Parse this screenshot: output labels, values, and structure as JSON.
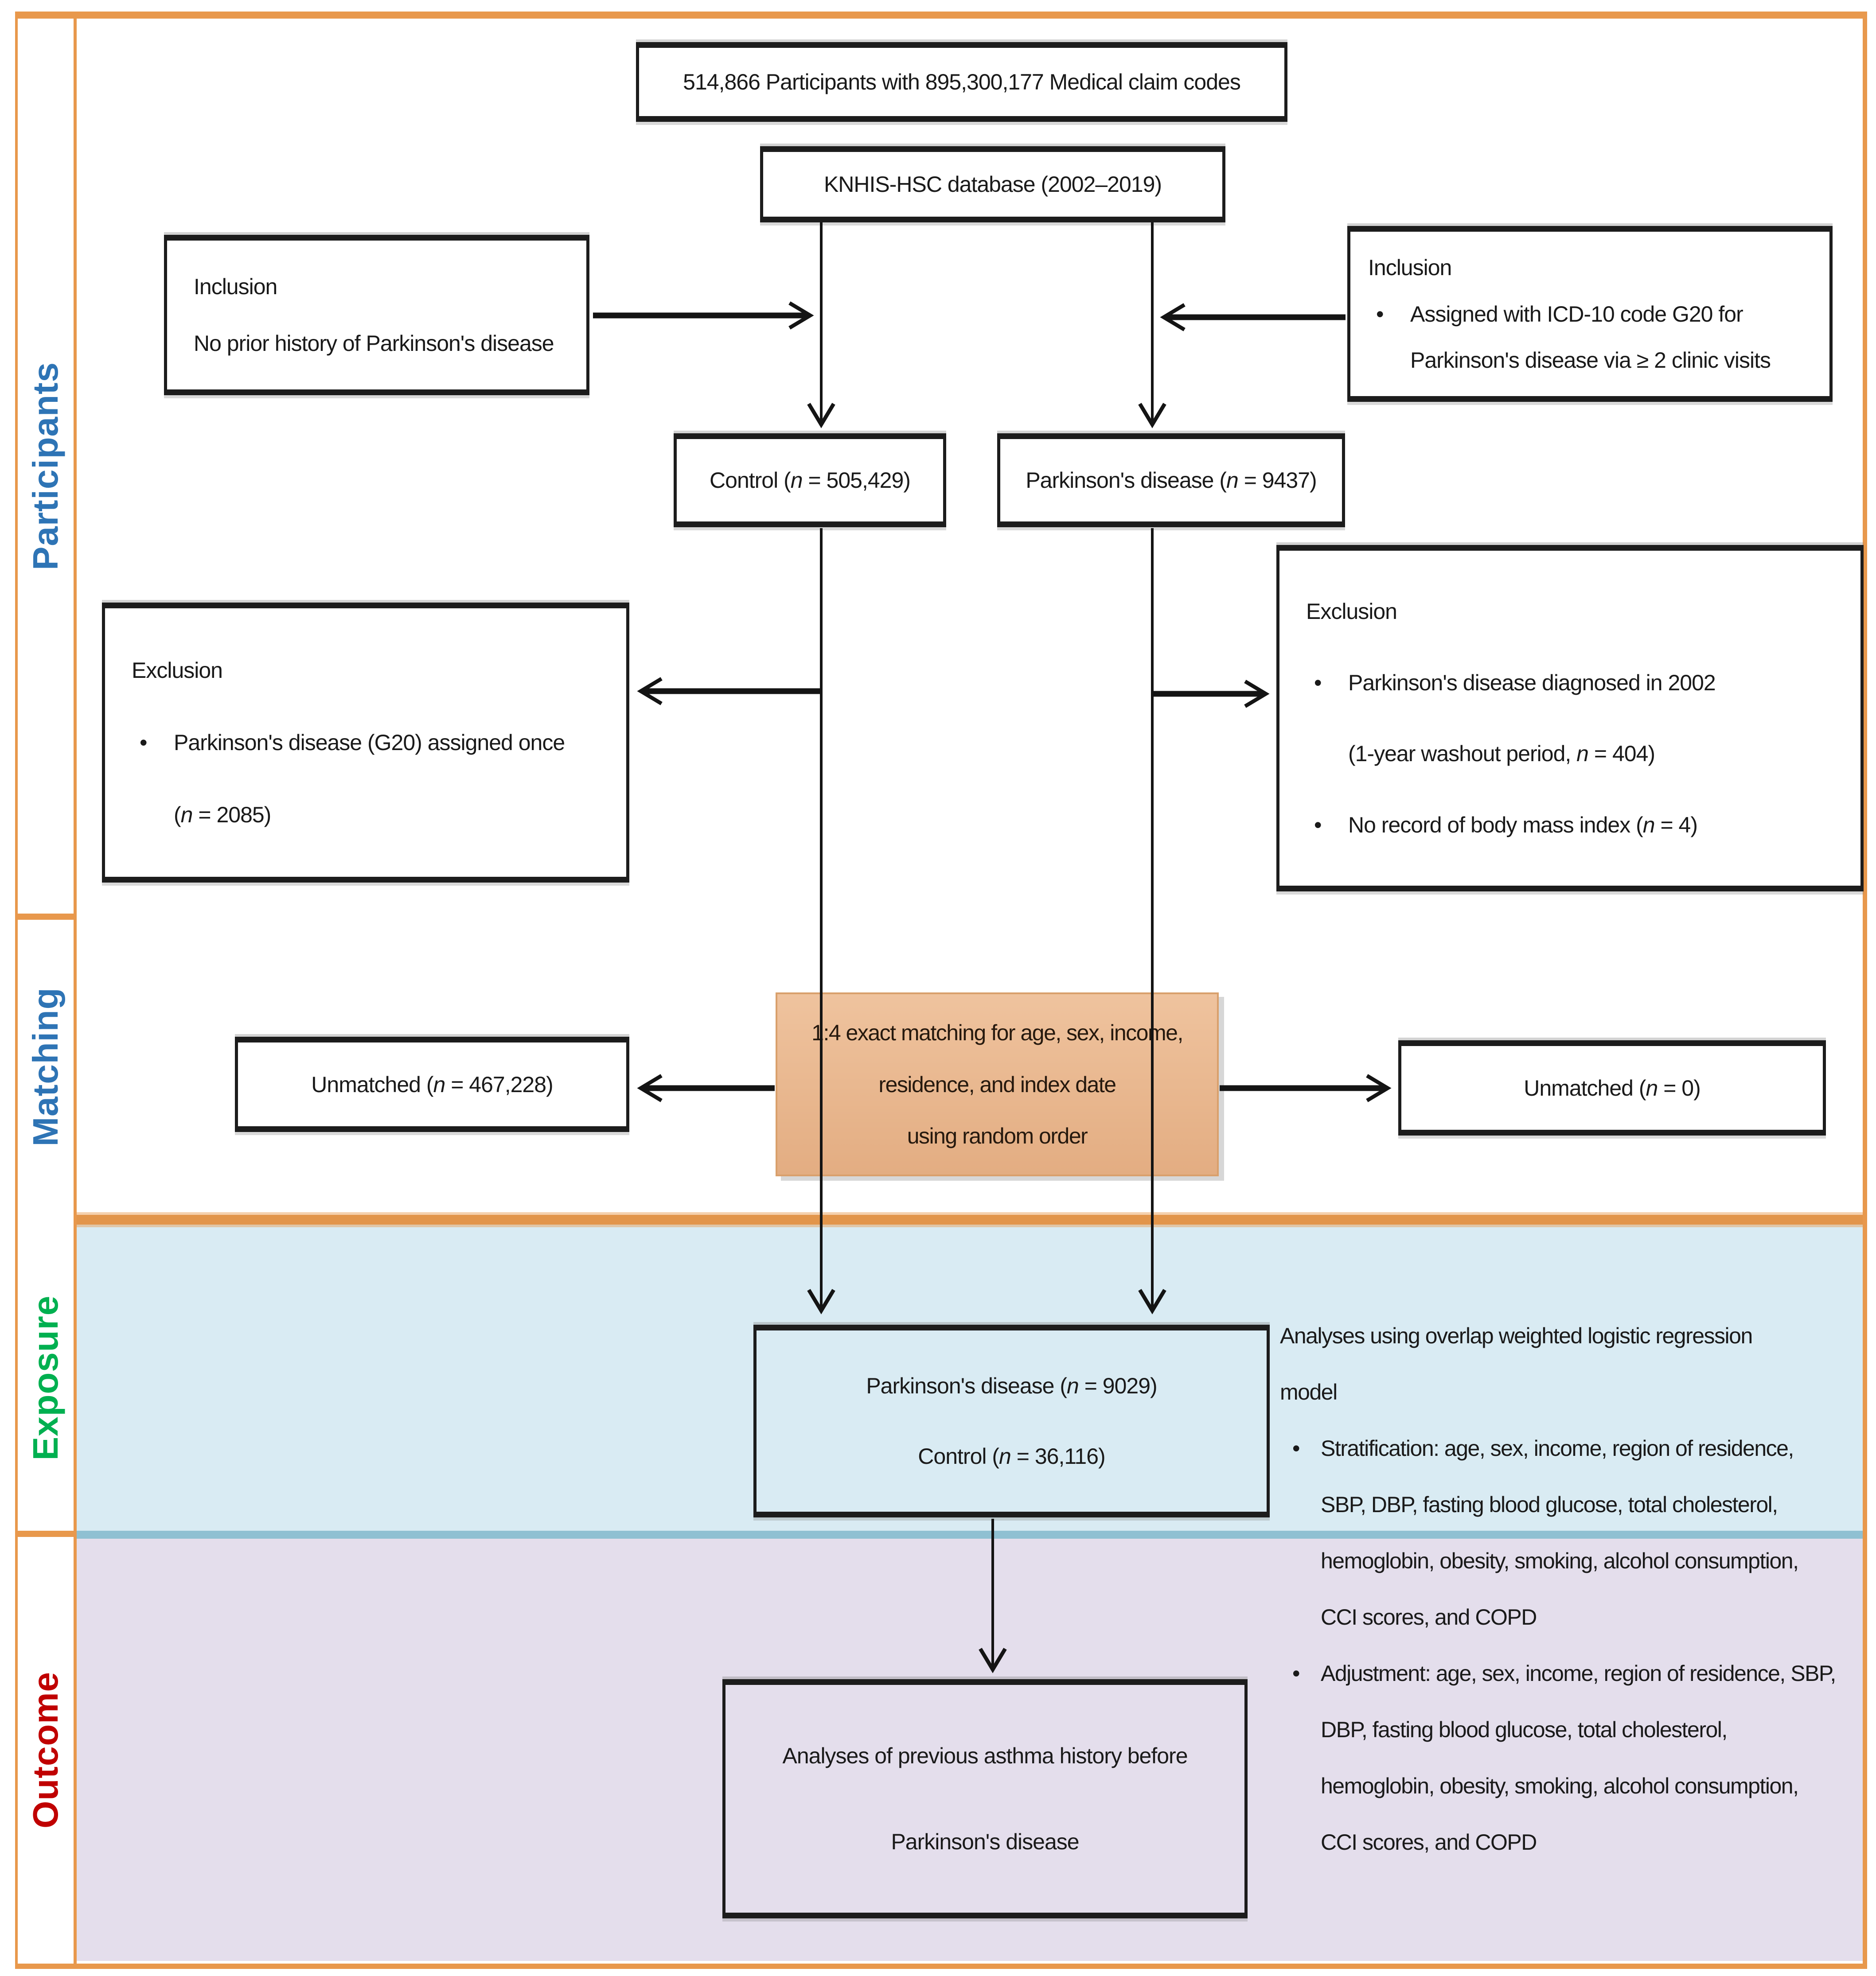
{
  "side_labels": [
    {
      "id": "participants",
      "label": "Participants",
      "color": "#2E74B5"
    },
    {
      "id": "matching",
      "label": "Matching",
      "color": "#2E74B5"
    },
    {
      "id": "exposure",
      "label": "Exposure",
      "color": "#00B050"
    },
    {
      "id": "outcome",
      "label": "Outcome",
      "color": "#C00000"
    }
  ],
  "colors": {
    "frame_orange": "#E8984C",
    "matching_box_fill": "#E7B58C",
    "exposure_section_bg": "#D9EBF3",
    "outcome_section_bg": "#E4DEEC",
    "section_divider_teal": "#8FC0D2",
    "label_blue": "#2E74B5",
    "label_green": "#00B050",
    "label_red": "#C00000"
  },
  "boxes": {
    "top_total": {
      "text": "514,866 Participants with 895,300,177 Medical claim codes"
    },
    "database": {
      "text": "KNHIS-HSC database (2002–2019)"
    },
    "inclusion_control": {
      "lines": [
        {
          "text": "Inclusion"
        },
        {
          "text": "No prior history of Parkinson's disease"
        }
      ]
    },
    "inclusion_pd": {
      "lines": [
        {
          "text": "Inclusion"
        },
        {
          "text": "Assigned with ICD-10 code G20 for",
          "bullet": true
        },
        {
          "text": "Parkinson's disease via ≥ 2 clinic visits",
          "cont": true
        }
      ]
    },
    "control": {
      "text": "Control (n = 505,429)"
    },
    "pd": {
      "text": "Parkinson's disease (n = 9437)"
    },
    "exclusion_control": {
      "lines": [
        {
          "text": "Exclusion"
        },
        {
          "text": "Parkinson's disease (G20) assigned once",
          "bullet": true
        },
        {
          "text": "(n = 2085)",
          "cont": true
        }
      ]
    },
    "exclusion_pd": {
      "lines": [
        {
          "text": "Exclusion"
        },
        {
          "text": "Parkinson's disease diagnosed in 2002",
          "bullet": true
        },
        {
          "text": "(1-year washout period, n = 404)",
          "cont": true
        },
        {
          "text": "No record of body mass index (n = 4)",
          "bullet": true
        }
      ]
    },
    "matching": {
      "lines": [
        {
          "text": "1:4 exact matching for age, sex, income,"
        },
        {
          "text": "residence, and index date"
        },
        {
          "text": "using random order"
        }
      ]
    },
    "unmatched_control": {
      "text": "Unmatched (n = 467,228)"
    },
    "unmatched_pd": {
      "text": "Unmatched (n = 0)"
    },
    "matched_cohort": {
      "lines": [
        {
          "text": "Parkinson's disease (n = 9029)"
        },
        {
          "text": "Control (n = 36,116)"
        }
      ]
    },
    "outcome_analysis": {
      "lines": [
        {
          "text": "Analyses of previous asthma history before"
        },
        {
          "text": "Parkinson's disease"
        }
      ]
    }
  },
  "analysis_notes": {
    "lines": [
      {
        "text": "Analyses using overlap weighted logistic regression"
      },
      {
        "text": "model"
      },
      {
        "text": "Stratification: age, sex, income, region of residence,",
        "bullet": true
      },
      {
        "text": "SBP, DBP, fasting blood glucose, total cholesterol,",
        "cont": true
      },
      {
        "text": "hemoglobin, obesity, smoking, alcohol consumption,",
        "cont": true
      },
      {
        "text": "CCI scores, and COPD",
        "cont": true
      },
      {
        "text": "Adjustment: age, sex, income, region of residence, SBP,",
        "bullet": true
      },
      {
        "text": "DBP, fasting blood glucose, total cholesterol,",
        "cont": true
      },
      {
        "text": "hemoglobin, obesity, smoking, alcohol consumption,",
        "cont": true
      },
      {
        "text": "CCI scores, and COPD",
        "cont": true
      }
    ]
  }
}
